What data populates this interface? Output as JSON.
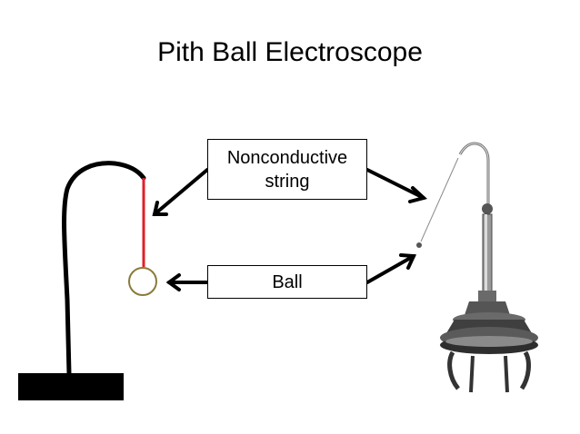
{
  "title": "Pith Ball Electroscope",
  "labels": {
    "string_line1": "Nonconductive",
    "string_line2": "string",
    "ball": "Ball"
  },
  "colors": {
    "string": "#e0202a",
    "ball_outline": "#8b7a3a",
    "stand": "#000000"
  }
}
